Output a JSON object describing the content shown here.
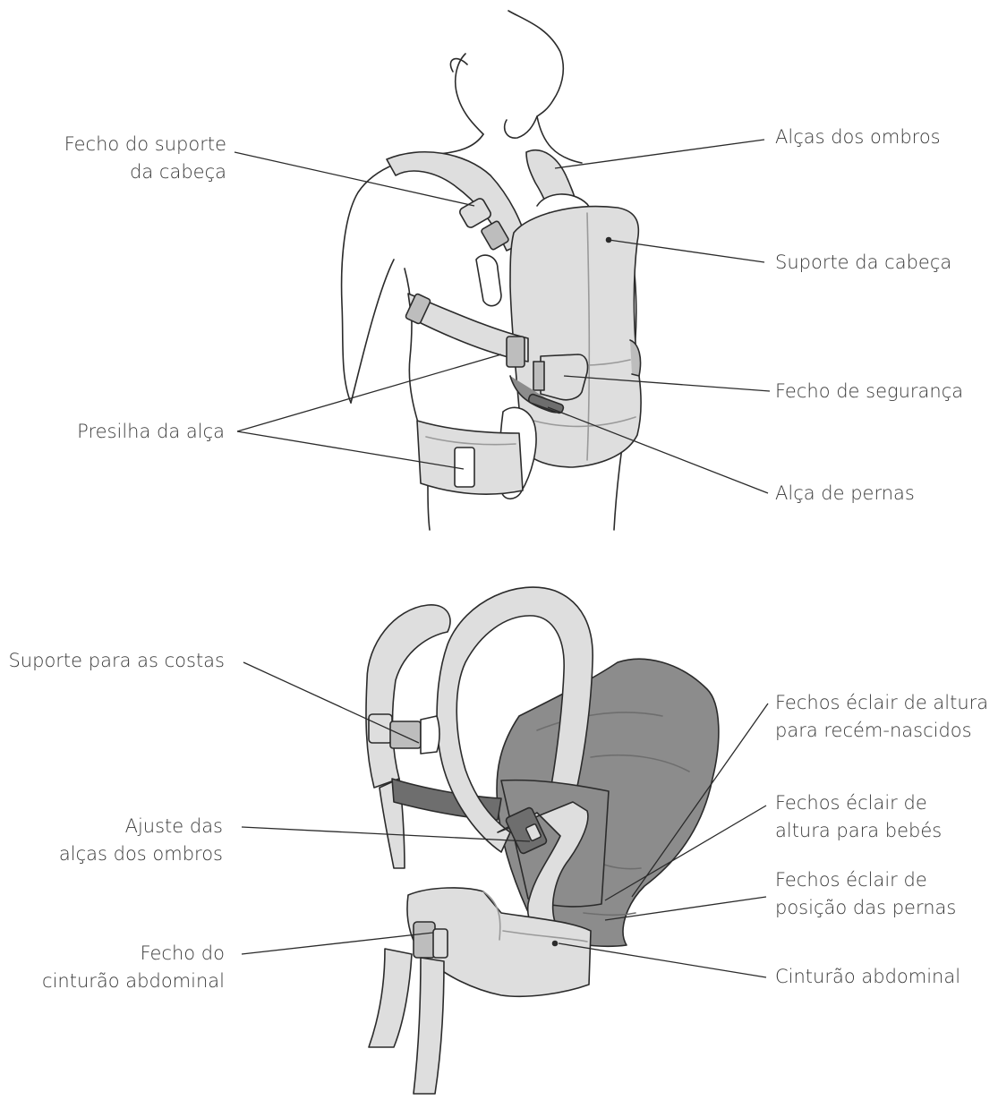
{
  "colors": {
    "ink": "#2b2b2b",
    "fabric_light": "#dedede",
    "fabric_mid": "#bdbdbd",
    "fabric_dark": "#8c8c8c",
    "fabric_darker": "#6e6e6e",
    "label_text": "#3a3a3a"
  },
  "top_diagram": {
    "labels": {
      "head_support_buckle": [
        "Fecho do suporte",
        "da cabeça"
      ],
      "shoulder_straps": [
        "Alças dos ombros"
      ],
      "head_support": [
        "Suporte da cabeça"
      ],
      "safety_buckle": [
        "Fecho de segurança"
      ],
      "strap_loop": [
        "Presilha da alça"
      ],
      "leg_strap": [
        "Alça de pernas"
      ]
    }
  },
  "bottom_diagram": {
    "labels": {
      "back_support": [
        "Suporte para as costas"
      ],
      "newborn_height_zips": [
        "Fechos éclair de altura",
        "para recém-nascidos"
      ],
      "baby_height_zips": [
        "Fechos éclair de",
        "altura para bebés"
      ],
      "shoulder_strap_adjust": [
        "Ajuste das",
        "alças dos ombros"
      ],
      "leg_position_zips": [
        "Fechos éclair de",
        "posição das pernas"
      ],
      "waist_belt_buckle": [
        "Fecho do",
        "cinturão abdominal"
      ],
      "waist_belt": [
        "Cinturão abdominal"
      ]
    }
  }
}
